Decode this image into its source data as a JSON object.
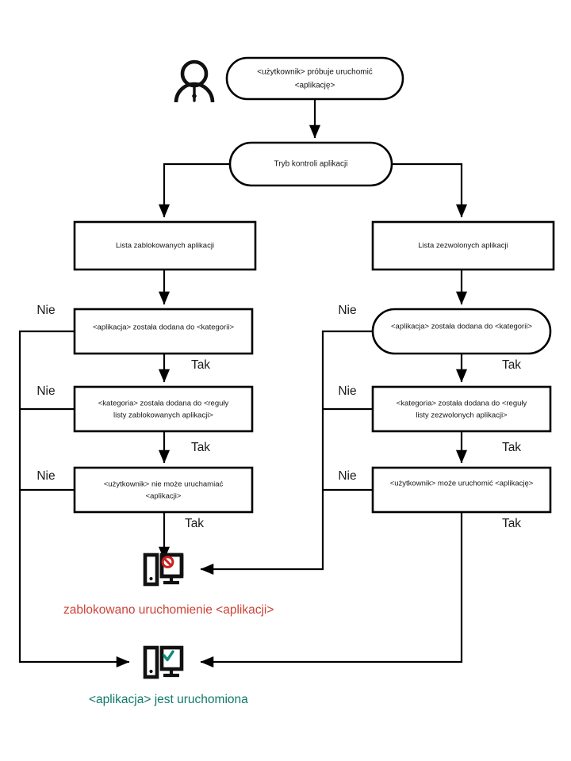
{
  "diagram": {
    "title": "Kaspersky Application Control flowchart",
    "colors": {
      "blocked_text": "#cc4338",
      "allowed_text": "#0f7a6b",
      "stroke": "#000000",
      "background": "#ffffff"
    },
    "actor": {
      "icon": "user-person-icon",
      "label": ""
    },
    "nodes": {
      "start": {
        "shape": "stadium",
        "text_lines": [
          "<użytkownik> próbuje uruchomić",
          "<aplikację>"
        ]
      },
      "mode": {
        "shape": "stadium",
        "text_lines": [
          "Tryb kontroli aplikacji"
        ]
      },
      "denylist": {
        "shape": "rect",
        "text_lines": [
          "Lista zablokowanych aplikacji"
        ]
      },
      "allowlist": {
        "shape": "rect",
        "text_lines": [
          "Lista zezwolonych aplikacji"
        ]
      },
      "deny_cat": {
        "shape": "rect",
        "text_lines": [
          "<aplikacja>  została dodana do <kategorii>"
        ]
      },
      "allow_cat": {
        "shape": "stadium",
        "text_lines": [
          "<aplikacja>  została dodana do <kategorii>"
        ]
      },
      "deny_rule": {
        "shape": "rect",
        "text_lines": [
          "<kategoria> została dodana do <reguły",
          "listy zablokowanych aplikacji>"
        ]
      },
      "allow_rule": {
        "shape": "rect",
        "text_lines": [
          "<kategoria> została dodana do <reguły",
          "listy zezwolonych aplikacji>"
        ]
      },
      "deny_user": {
        "shape": "rect",
        "text_lines": [
          "<użytkownik> nie może uruchamiać",
          "<aplikacji>"
        ]
      },
      "allow_user": {
        "shape": "rect",
        "text_lines": [
          "<użytkownik> może uruchomić <aplikację>"
        ]
      }
    },
    "edge_labels": {
      "no": "Nie",
      "yes": "Tak"
    },
    "edges": [
      {
        "from": "start",
        "to": "mode",
        "label": ""
      },
      {
        "from": "mode",
        "to": "denylist",
        "label": ""
      },
      {
        "from": "mode",
        "to": "allowlist",
        "label": ""
      },
      {
        "from": "denylist",
        "to": "deny_cat",
        "label": ""
      },
      {
        "from": "allowlist",
        "to": "allow_cat",
        "label": ""
      },
      {
        "from": "deny_cat",
        "to": "deny_rule",
        "label": "Tak"
      },
      {
        "from": "deny_cat",
        "to": "allowed_icon",
        "label": "Nie"
      },
      {
        "from": "deny_rule",
        "to": "deny_user",
        "label": "Tak"
      },
      {
        "from": "deny_rule",
        "to": "allowed_icon",
        "label": "Nie"
      },
      {
        "from": "deny_user",
        "to": "blocked_icon",
        "label": "Tak"
      },
      {
        "from": "deny_user",
        "to": "allowed_icon",
        "label": "Nie"
      },
      {
        "from": "allow_cat",
        "to": "allow_rule",
        "label": "Tak"
      },
      {
        "from": "allow_cat",
        "to": "blocked_icon",
        "label": "Nie"
      },
      {
        "from": "allow_rule",
        "to": "allow_user",
        "label": "Tak"
      },
      {
        "from": "allow_rule",
        "to": "blocked_icon",
        "label": "Nie"
      },
      {
        "from": "allow_user",
        "to": "allowed_icon",
        "label": "Tak"
      },
      {
        "from": "allow_user",
        "to": "blocked_icon",
        "label": "Nie"
      }
    ],
    "outcomes": {
      "blocked": {
        "icon": "computer-blocked-icon",
        "caption": "zablokowano uruchomienie <aplikacji>"
      },
      "allowed": {
        "icon": "computer-allowed-icon",
        "caption": "<aplikacja> jest uruchomiona"
      }
    },
    "labels": {
      "no_left_1": "Nie",
      "no_left_2": "Nie",
      "no_left_3": "Nie",
      "no_mid_1": "Nie",
      "no_mid_2": "Nie",
      "no_mid_3": "Nie",
      "yes_left_1": "Tak",
      "yes_left_2": "Tak",
      "yes_left_3": "Tak",
      "yes_right_1": "Tak",
      "yes_right_2": "Tak",
      "yes_right_3": "Tak"
    }
  }
}
